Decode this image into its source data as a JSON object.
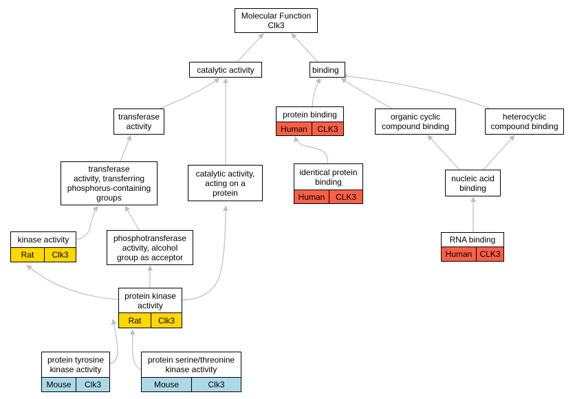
{
  "colors": {
    "edge": "#bfbfbf",
    "rat": "#ffd700",
    "human": "#fa5f48",
    "mouse": "#add8e6"
  },
  "nodes": {
    "molecular_function": "Molecular Function\nClk3",
    "catalytic_activity": "catalytic activity",
    "binding": "binding",
    "transferase_activity": "transferase\nactivity",
    "protein_binding": {
      "label": "protein binding",
      "tags": [
        "Human",
        "CLK3"
      ]
    },
    "organic_cyclic": "organic cyclic\ncompound binding",
    "heterocyclic": "heterocyclic\ncompound binding",
    "transferase_phosphorus": "transferase\nactivity, transferring\nphosphorus-containing\ngroups",
    "catalytic_on_protein": "catalytic activity,\nacting on a\nprotein",
    "identical_protein": {
      "label": "identical protein\nbinding",
      "tags": [
        "Human",
        "CLK3"
      ]
    },
    "nucleic_acid": "nucleic acid\nbinding",
    "kinase_activity": {
      "label": "kinase activity",
      "tags": [
        "Rat",
        "Clk3"
      ]
    },
    "phosphotransferase": "phosphotransferase\nactivity, alcohol\ngroup as acceptor",
    "rna_binding": {
      "label": "RNA binding",
      "tags": [
        "Human",
        "CLK3"
      ]
    },
    "protein_kinase": {
      "label": "protein kinase\nactivity",
      "tags": [
        "Rat",
        "Clk3"
      ]
    },
    "protein_tyrosine": {
      "label": "protein tyrosine\nkinase activity",
      "tags": [
        "Mouse",
        "Clk3"
      ]
    },
    "protein_serine": {
      "label": "protein serine/threonine\nkinase activity",
      "tags": [
        "Mouse",
        "Clk3"
      ]
    }
  }
}
